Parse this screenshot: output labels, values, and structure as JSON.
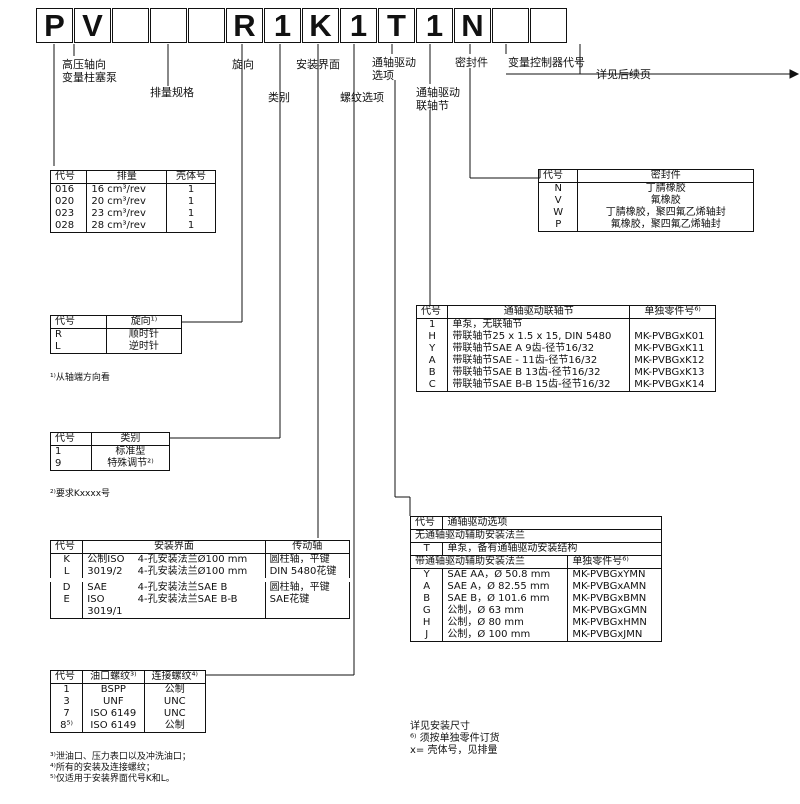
{
  "code": [
    "P",
    "V",
    "",
    "",
    "",
    "R",
    "1",
    "K",
    "1",
    "T",
    "1",
    "N",
    "",
    ""
  ],
  "labels": {
    "hp": "高压轴向\n变量柱塞泵",
    "disp": "排量规格",
    "rot": "旋向",
    "cat": "类别",
    "mount": "安装界面",
    "thread": "螺纹选项",
    "thru": "通轴驱动\n选项",
    "coupling": "通轴驱动\n联轴节",
    "seal": "密封件",
    "ctrl": "变量控制器代号",
    "next": "详见后续页"
  },
  "disp_table": {
    "head": [
      "代号",
      "排量",
      "壳体号"
    ],
    "rows": [
      [
        "016",
        "16 cm³/rev",
        "1"
      ],
      [
        "020",
        "20 cm³/rev",
        "1"
      ],
      [
        "023",
        "23 cm³/rev",
        "1"
      ],
      [
        "028",
        "28 cm³/rev",
        "1"
      ]
    ]
  },
  "rot_table": {
    "head": [
      "代号",
      "旋向¹⁾"
    ],
    "rows": [
      [
        "R",
        "顺时针"
      ],
      [
        "L",
        "逆时针"
      ]
    ],
    "note": "¹⁾从轴端方向看"
  },
  "cat_table": {
    "head": [
      "代号",
      "类别"
    ],
    "rows": [
      [
        "1",
        "标准型"
      ],
      [
        "9",
        "特殊调节²⁾"
      ]
    ],
    "note": "²⁾要求Kxxxx号"
  },
  "mount_table": {
    "head": [
      "代号",
      "安装界面",
      "传动轴"
    ],
    "rows": [
      [
        "K",
        "公制ISO",
        "4-孔安装法兰Ø100 mm",
        "圆柱轴，平键"
      ],
      [
        "L",
        "3019/2",
        "4-孔安装法兰Ø100 mm",
        "DIN 5480花键"
      ],
      [
        "D",
        "SAE",
        "4-孔安装法兰SAE B",
        "圆柱轴，平键"
      ],
      [
        "E",
        "ISO",
        "4-孔安装法兰SAE B-B",
        "SAE花键"
      ],
      [
        "",
        "3019/1",
        "",
        ""
      ]
    ]
  },
  "thread_table": {
    "head": [
      "代号",
      "油口螺纹³⁾",
      "连接螺纹⁴⁾"
    ],
    "rows": [
      [
        "1",
        "BSPP",
        "公制"
      ],
      [
        "3",
        "UNF",
        "UNC"
      ],
      [
        "7",
        "ISO 6149",
        "UNC"
      ],
      [
        "8⁵⁾",
        "ISO 6149",
        "公制"
      ]
    ],
    "notes": [
      "³⁾泄油口、压力表口以及冲洗油口；",
      "⁴⁾所有的安装及连接螺纹；",
      "⁵⁾仅适用于安装界面代号K和L。"
    ]
  },
  "seal_table": {
    "head": [
      "代号",
      "密封件"
    ],
    "rows": [
      [
        "N",
        "丁腈橡胶"
      ],
      [
        "V",
        "氟橡胶"
      ],
      [
        "W",
        "丁腈橡胶，聚四氟乙烯轴封"
      ],
      [
        "P",
        "氟橡胶，聚四氟乙烯轴封"
      ]
    ]
  },
  "coupling_table": {
    "head": [
      "代号",
      "通轴驱动联轴节",
      "单独零件号⁶⁾"
    ],
    "rows": [
      [
        "1",
        "单泵，无联轴节",
        ""
      ],
      [
        "H",
        "带联轴节25 x 1.5 x 15, DIN 5480",
        "MK-PVBGxK01"
      ],
      [
        "Y",
        "带联轴节SAE A 9齿-径节16/32",
        "MK-PVBGxK11"
      ],
      [
        "A",
        "带联轴节SAE - 11齿-径节16/32",
        "MK-PVBGxK12"
      ],
      [
        "B",
        "带联轴节SAE B 13齿-径节16/32",
        "MK-PVBGxK13"
      ],
      [
        "C",
        "带联轴节SAE B-B 15齿-径节16/32",
        "MK-PVBGxK14"
      ]
    ]
  },
  "thru_table": {
    "head": [
      "代号",
      "通轴驱动选项"
    ],
    "row_none": "无通轴驱动辅助安装法兰",
    "row_t": [
      "T",
      "单泵，备有通轴驱动安装结构"
    ],
    "sub_head": [
      "带通轴驱动辅助安装法兰",
      "单独零件号⁶⁾"
    ],
    "rows": [
      [
        "Y",
        "SAE AA，Ø 50.8 mm",
        "MK-PVBGxYMN"
      ],
      [
        "A",
        "SAE A，Ø 82.55 mm",
        "MK-PVBGxAMN"
      ],
      [
        "B",
        "SAE B，Ø 101.6 mm",
        "MK-PVBGxBMN"
      ],
      [
        "G",
        "公制，Ø 63 mm",
        "MK-PVBGxGMN"
      ],
      [
        "H",
        "公制，Ø 80 mm",
        "MK-PVBGxHMN"
      ],
      [
        "J",
        "公制，Ø 100 mm",
        "MK-PVBGxJMN"
      ]
    ],
    "notes": [
      "详见安装尺寸",
      "⁶⁾  须按单独零件订货",
      "x= 壳体号，见排量"
    ]
  }
}
